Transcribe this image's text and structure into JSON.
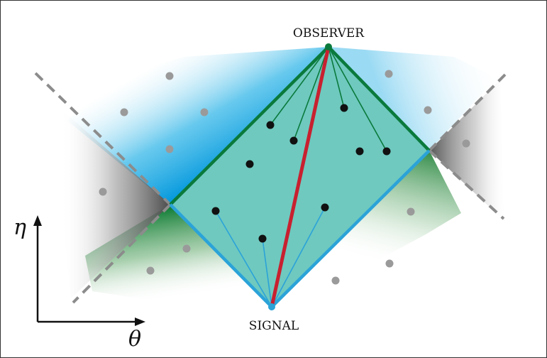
{
  "labels": {
    "observer": "OBSERVER",
    "signal": "SIGNAL",
    "eta": "η",
    "theta": "θ"
  },
  "colors": {
    "diamond_fill": "#6fc9bf",
    "observer_edge": "#0a7a3c",
    "signal_edge": "#2ba3d8",
    "worldline": "#c8202f",
    "event_dot": "#111111",
    "outside_dot": "#9a9a9a",
    "light_cone_dash": "#8c8c8c",
    "blue_glow": "#0aa0e0",
    "green_glow": "#0f7a30",
    "gray_wedge": "#555555"
  }
}
